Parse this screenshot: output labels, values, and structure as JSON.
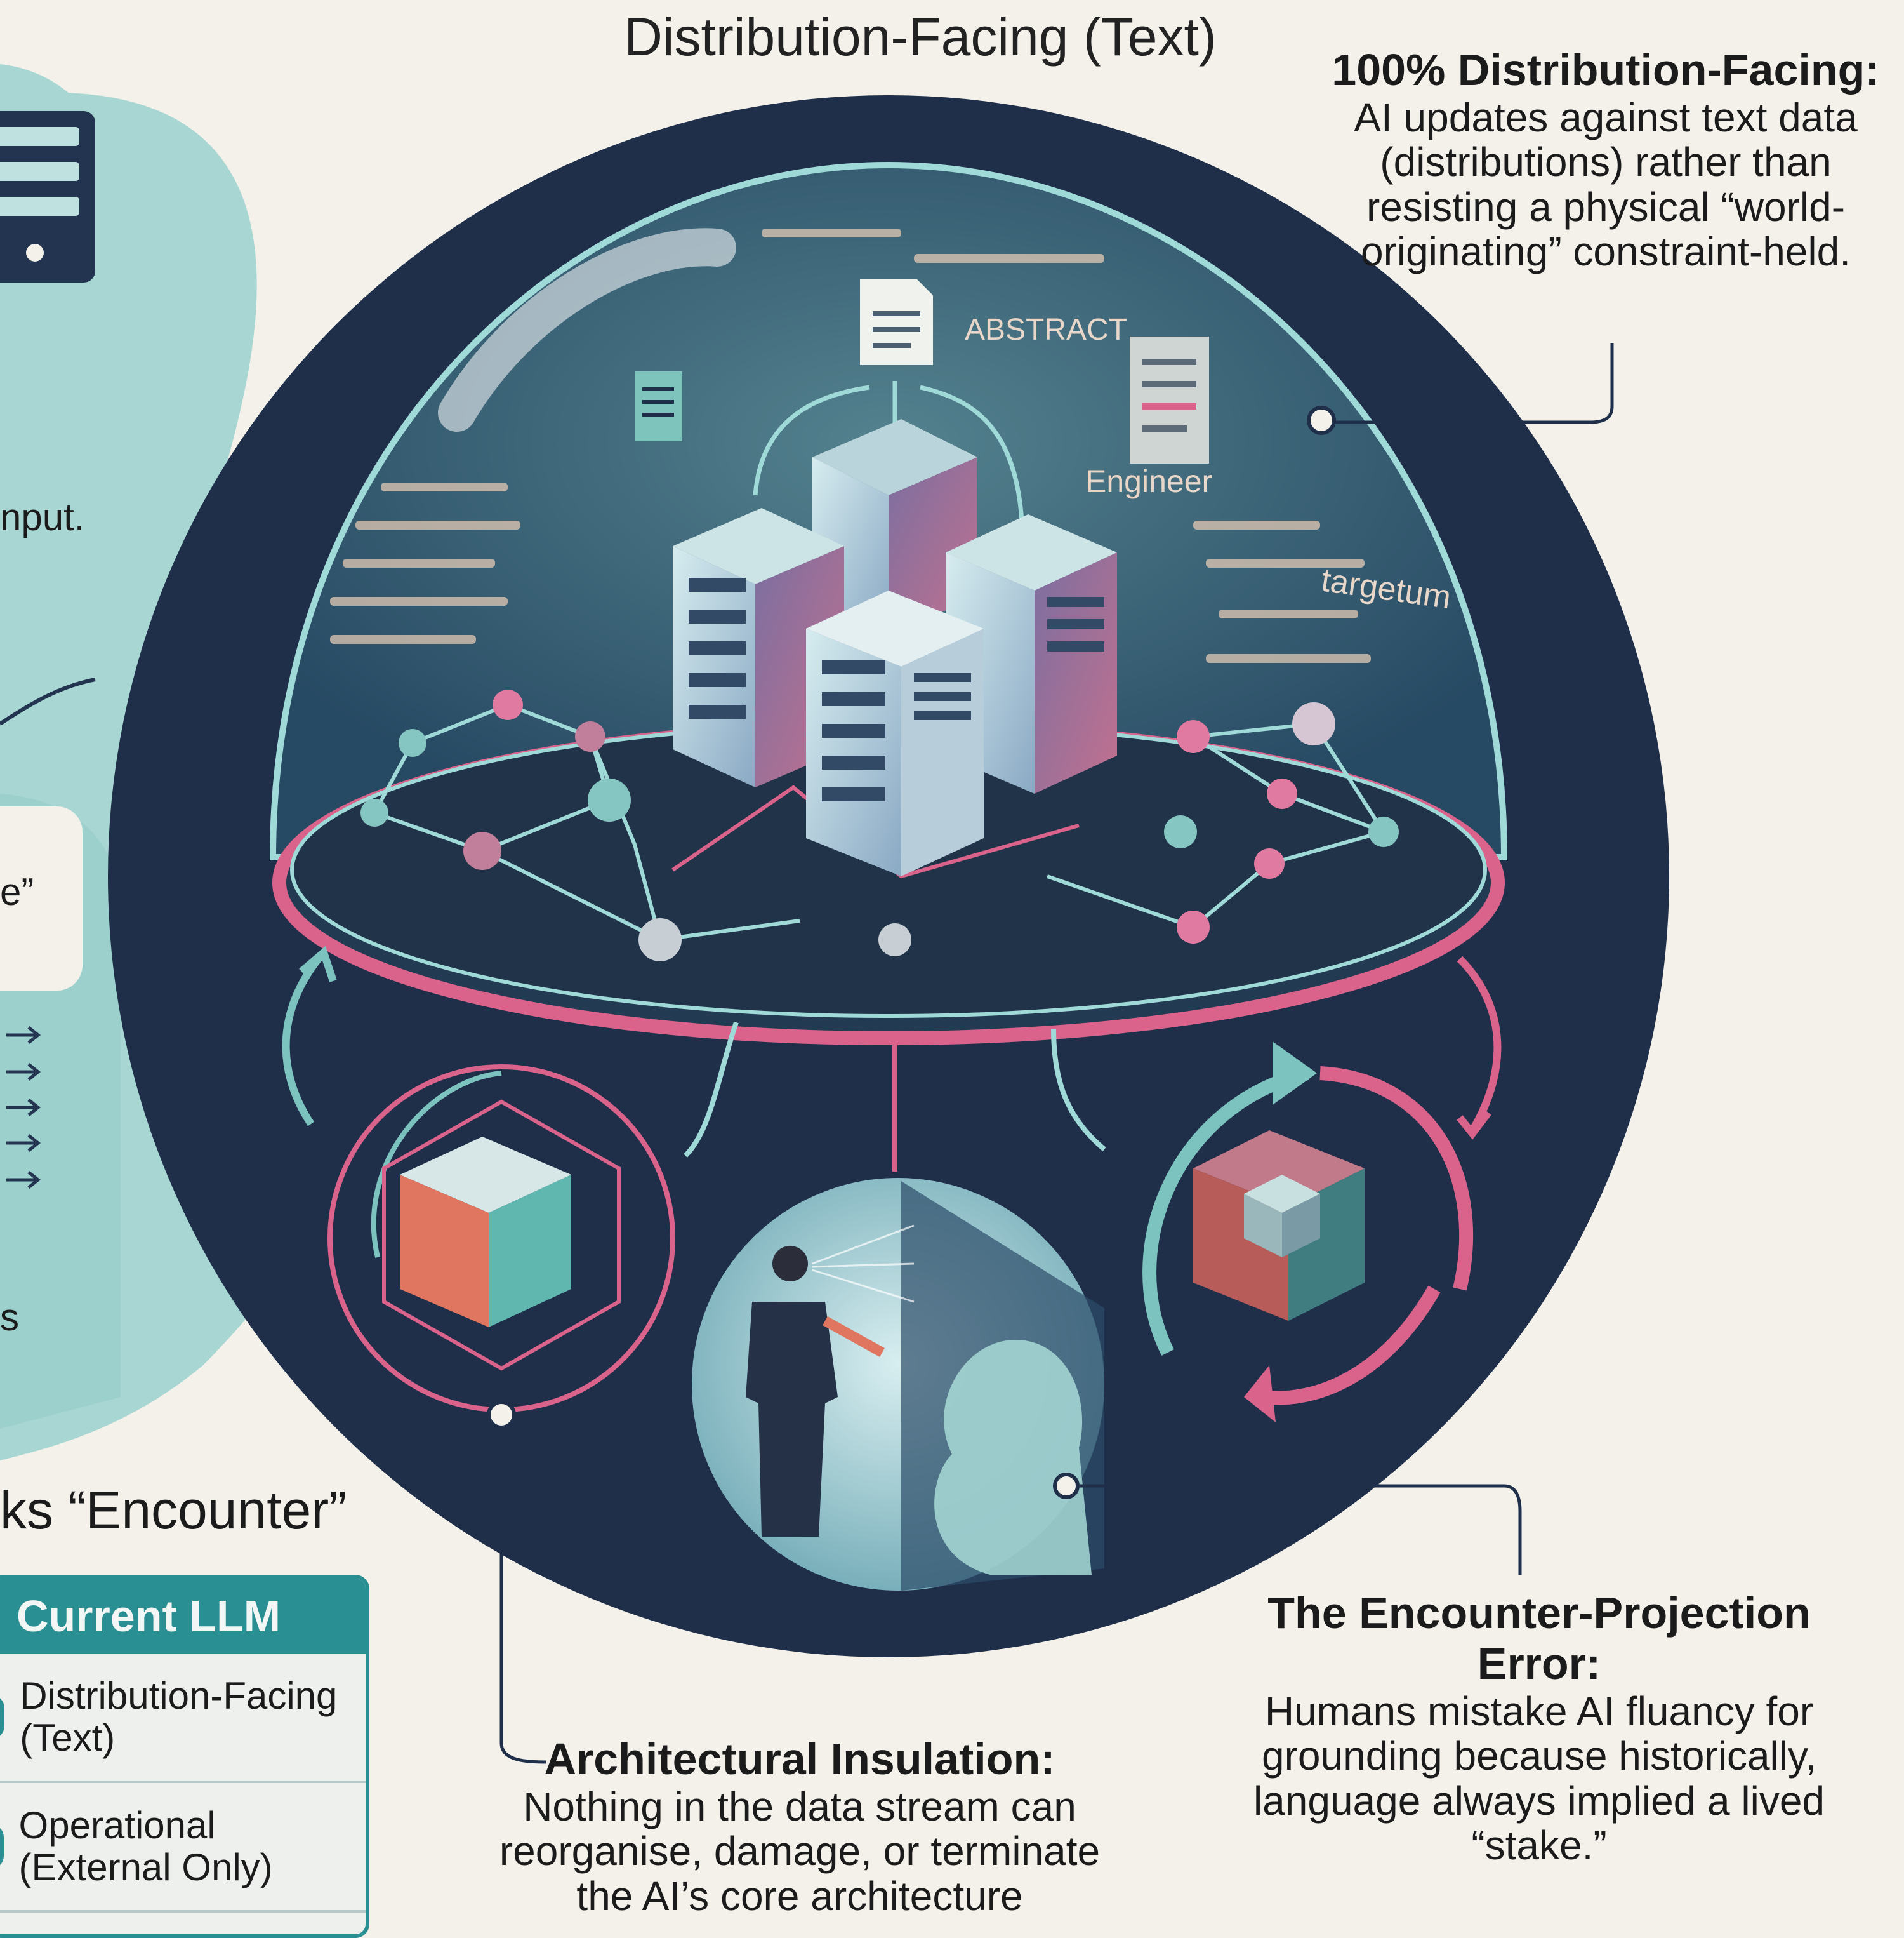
{
  "header": {
    "title": "Distribution-Facing (Text)"
  },
  "callouts": {
    "distribution": {
      "heading": "100% Distribution-Facing:",
      "body": "AI updates against text data (distributions) rather than resisting a physical “world-originating” constraint-held."
    },
    "encounter_error": {
      "heading": "The Encounter-Projection Error:",
      "body": "Humans mistake AI fluancy for grounding because historically, language always implied a lived “stake.”"
    },
    "insulation": {
      "heading": "Architectural Insulation:",
      "body": "Nothing in the data stream can reorganise, damage, or terminate the AI’s core architecture"
    }
  },
  "dome": {
    "labels": [
      "ABSTRACT",
      "targetum",
      "Engineer"
    ]
  },
  "left_panel": {
    "fragment_input": "nput.",
    "fragment_e": "e”",
    "fragment_s": "s",
    "encounter_title": "ks “Encounter”",
    "table": {
      "header": "Current LLM",
      "rows": [
        {
          "label": "Distribution-Facing (Text)"
        },
        {
          "label": "Operational (External Only)"
        }
      ]
    }
  },
  "colors": {
    "navy": "#1f2f4a",
    "teal": "#2a8f93",
    "pink": "#d9638a",
    "cream": "#f3f1ea"
  },
  "icons": [
    "server-icon",
    "document-icon",
    "human-icon",
    "ai-head-icon",
    "cube-icon",
    "cycle-arrows-icon"
  ]
}
